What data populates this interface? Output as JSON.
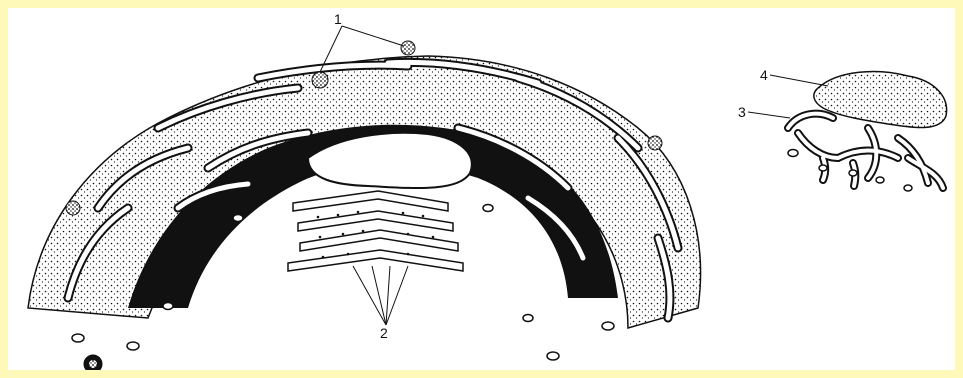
{
  "labels": {
    "l1": "1",
    "l2": "2",
    "l3": "3",
    "l4": "4"
  },
  "colors": {
    "frame_background": "#fef9b8",
    "ink": "#111111",
    "paper": "#ffffff"
  }
}
